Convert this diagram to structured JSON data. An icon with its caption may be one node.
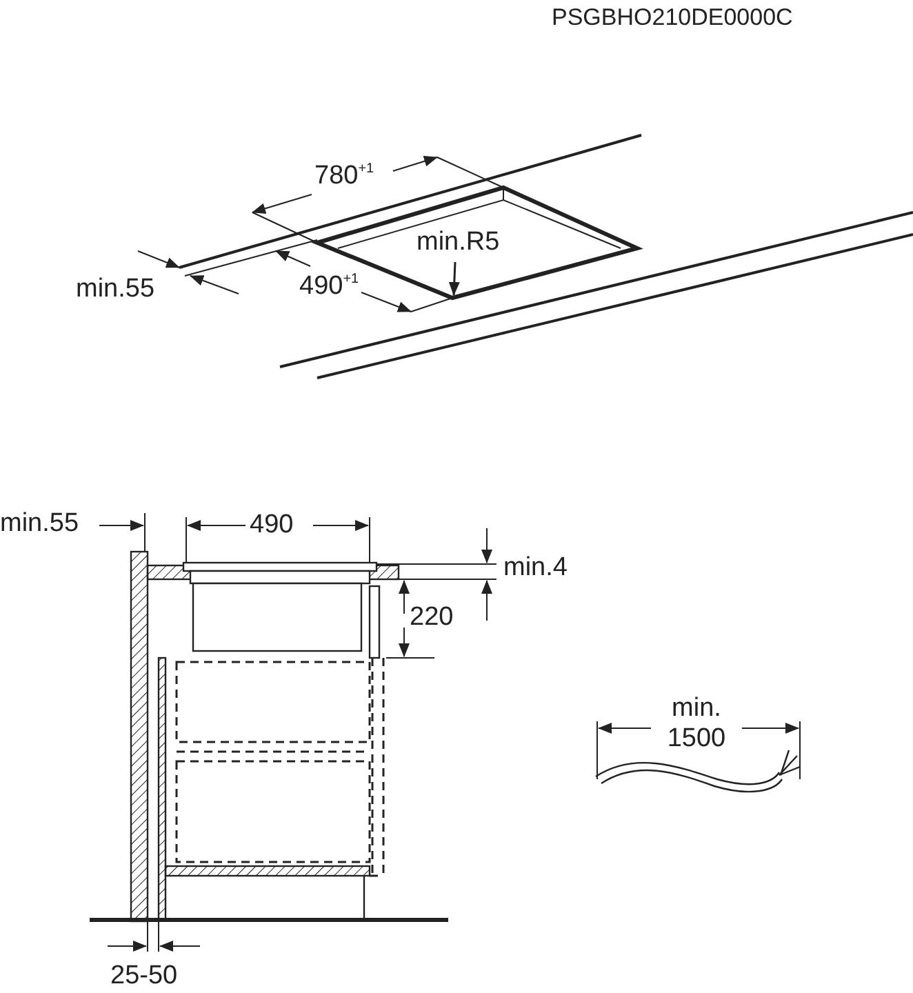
{
  "diagram": {
    "labels": [
      "PSGBHO210DE0000C",
      "780$^{+1}$",
      "min.55",
      "min.R5",
      "490$^{+1}$",
      "min.55",
      "490",
      "min.4",
      "220",
      "min. 1500",
      "25-50"
    ]
  }
}
